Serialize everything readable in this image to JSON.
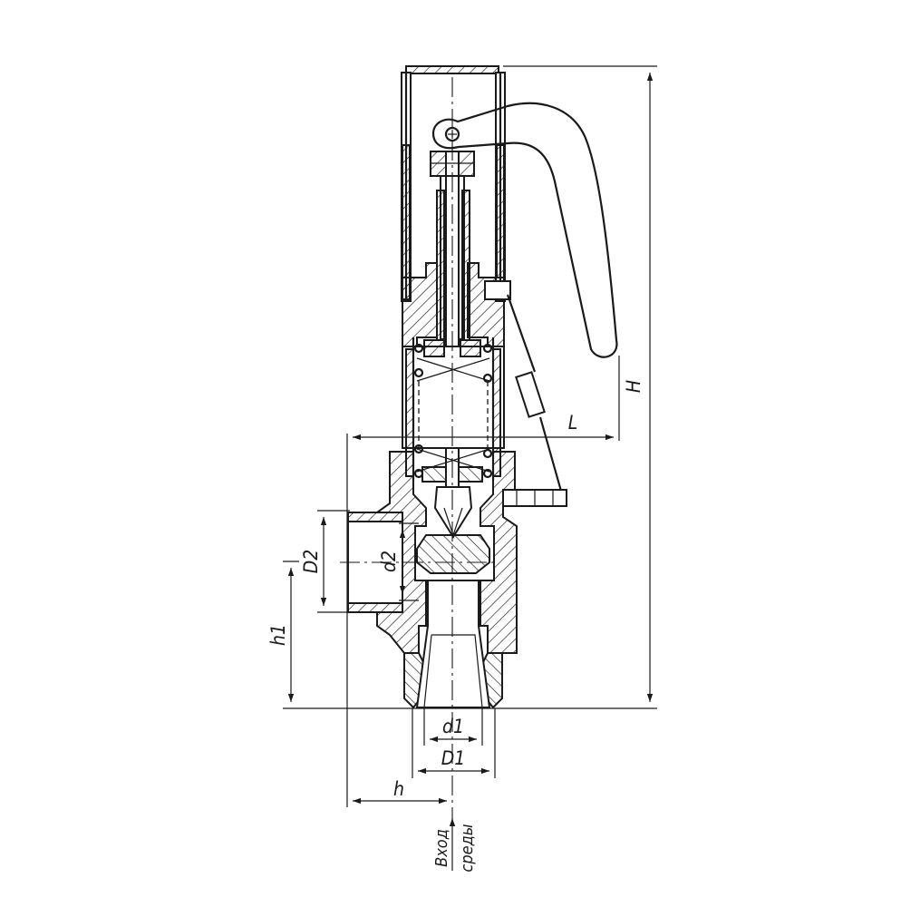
{
  "dimensions": {
    "H": "H",
    "L": "L",
    "D2": "D2",
    "d2": "d2",
    "h1": "h1",
    "d1": "d1",
    "D1": "D1",
    "h": "h"
  },
  "flow_label": {
    "line1": "Вход",
    "line2": "среды"
  },
  "colors": {
    "ink": "#1a1a1a",
    "background": "#ffffff"
  }
}
